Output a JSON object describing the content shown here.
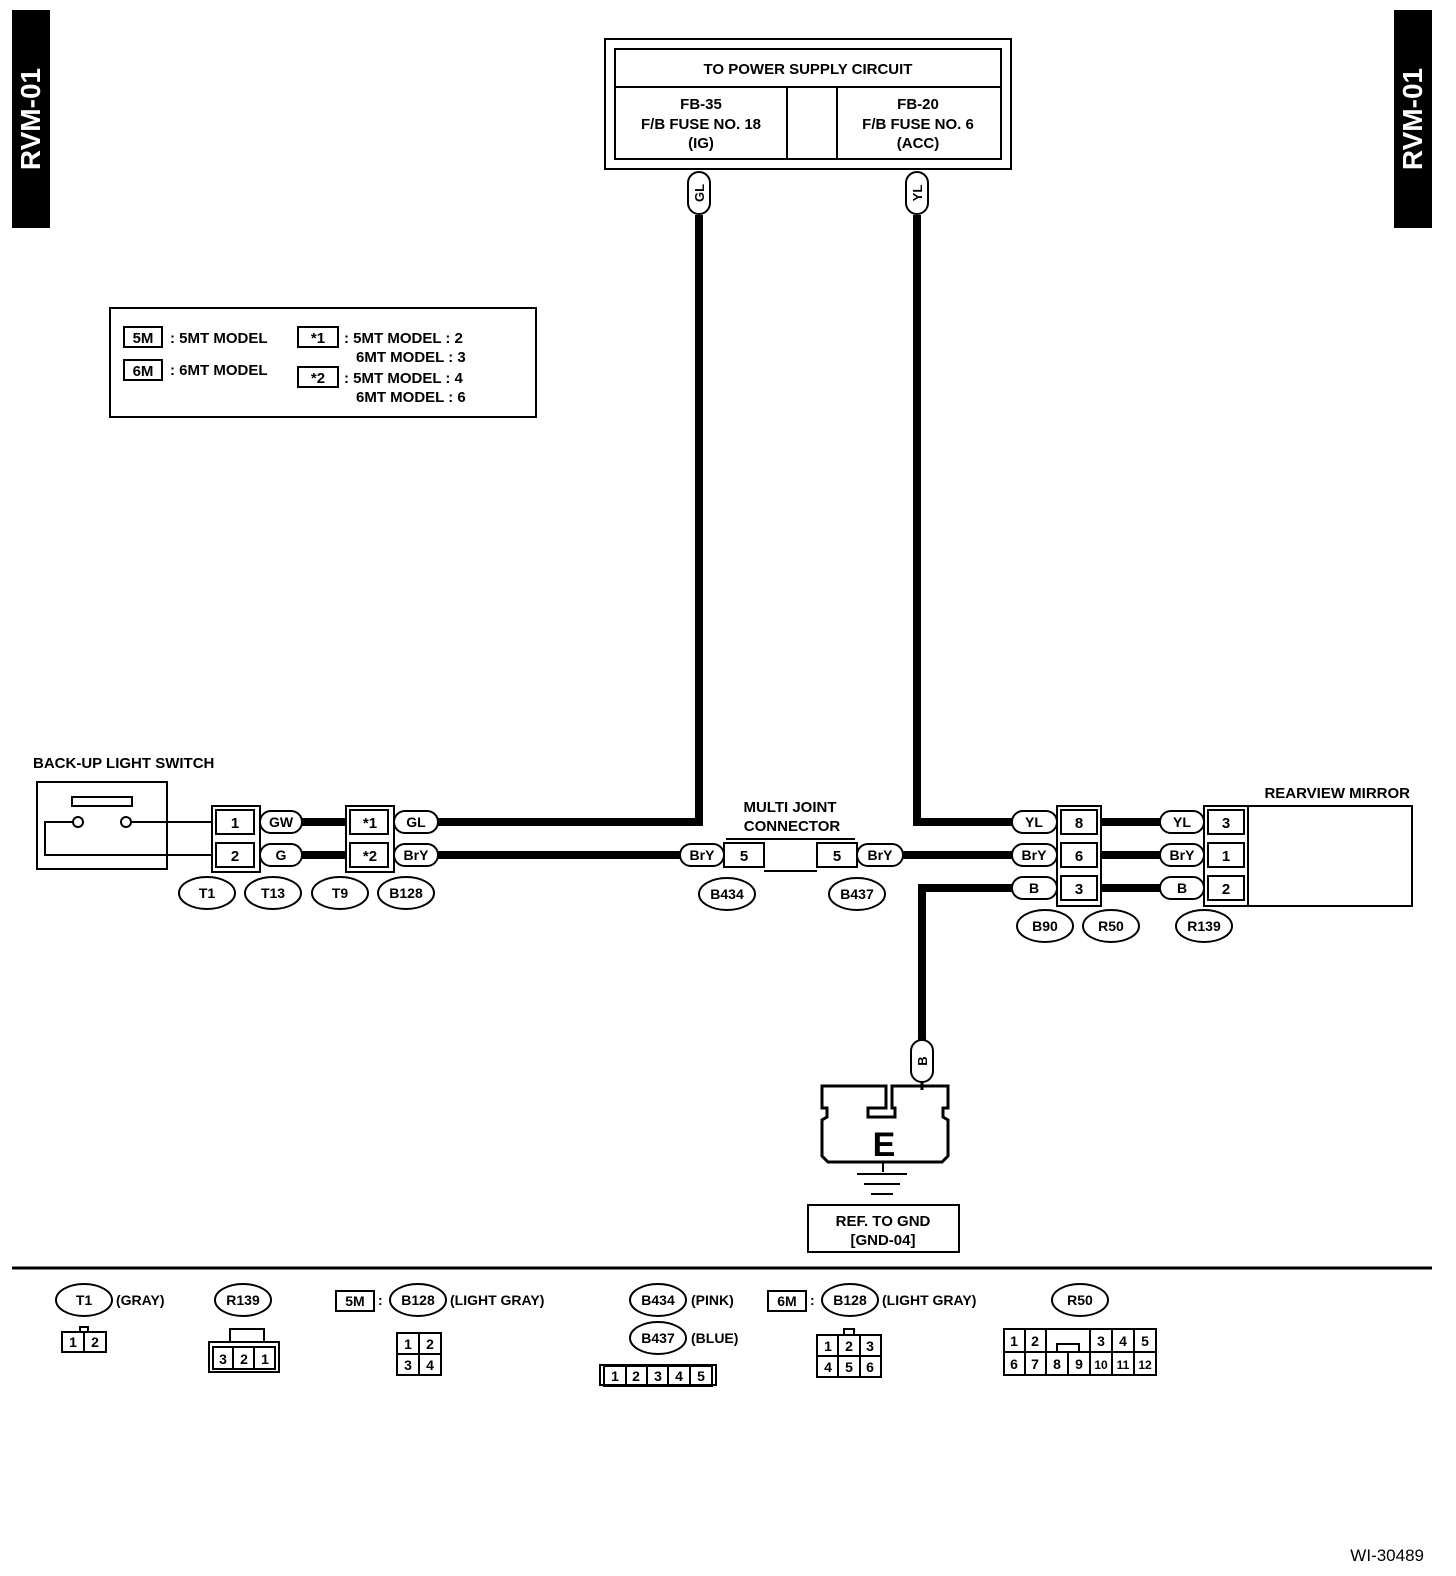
{
  "page": {
    "tab_left": "RVM-01",
    "tab_right": "RVM-01",
    "doc_id": "WI-30489"
  },
  "power_supply": {
    "title": "TO POWER SUPPLY CIRCUIT",
    "left": {
      "fuse": "FB-35",
      "name": "F/B FUSE NO. 18",
      "mode": "(IG)"
    },
    "right": {
      "fuse": "FB-20",
      "name": "F/B FUSE NO. 6",
      "mode": "(ACC)"
    }
  },
  "legend": {
    "m5_tag": "5M",
    "m5_text": ": 5MT MODEL",
    "m6_tag": "6M",
    "m6_text": ": 6MT MODEL",
    "star1_tag": "*1",
    "star1_line1": ": 5MT MODEL  : 2",
    "star1_line2": "6MT MODEL  : 3",
    "star2_tag": "*2",
    "star2_line1": ": 5MT MODEL  : 4",
    "star2_line2": "6MT MODEL  : 6"
  },
  "components": {
    "backup_switch": "BACK-UP LIGHT SWITCH",
    "multi_joint_1": "MULTI JOINT",
    "multi_joint_2": "CONNECTOR",
    "rearview_mirror": "REARVIEW MIRROR",
    "ground_letter": "E",
    "gnd_ref_1": "REF. TO GND",
    "gnd_ref_2": "[GND-04]"
  },
  "wires": {
    "gl": "GL",
    "yl": "YL",
    "gw": "GW",
    "g": "G",
    "bry": "BrY",
    "b": "B"
  },
  "pins": {
    "t1_1": "1",
    "t1_2": "2",
    "t9_star1": "*1",
    "t9_star2": "*2",
    "b434": "5",
    "b437": "5",
    "b90_1": "8",
    "b90_2": "6",
    "b90_3": "3",
    "r139_1": "3",
    "r139_2": "1",
    "r139_3": "2"
  },
  "connector_ids": {
    "t1": "T1",
    "t13": "T13",
    "t9": "T9",
    "b128": "B128",
    "b434": "B434",
    "b437": "B437",
    "b90": "B90",
    "r50": "R50",
    "r139": "R139"
  },
  "connector_views": {
    "t1": {
      "id": "T1",
      "color": "(GRAY)",
      "pins": [
        "1",
        "2"
      ]
    },
    "r139": {
      "id": "R139",
      "pins": [
        "3",
        "2",
        "1"
      ]
    },
    "b128_5m": {
      "model": "5M",
      "id": "B128",
      "color": "(LIGHT GRAY)",
      "pins": [
        "1",
        "2",
        "3",
        "4"
      ]
    },
    "b434": {
      "id": "B434",
      "color": "(PINK)"
    },
    "b437": {
      "id": "B437",
      "color": "(BLUE)",
      "pins": [
        "1",
        "2",
        "3",
        "4",
        "5"
      ]
    },
    "b128_6m": {
      "model": "6M",
      "id": "B128",
      "color": "(LIGHT GRAY)",
      "pins": [
        "1",
        "2",
        "3",
        "4",
        "5",
        "6"
      ]
    },
    "r50": {
      "id": "R50",
      "pins": [
        "1",
        "2",
        "3",
        "4",
        "5",
        "6",
        "7",
        "8",
        "9",
        "10",
        "11",
        "12"
      ]
    }
  }
}
